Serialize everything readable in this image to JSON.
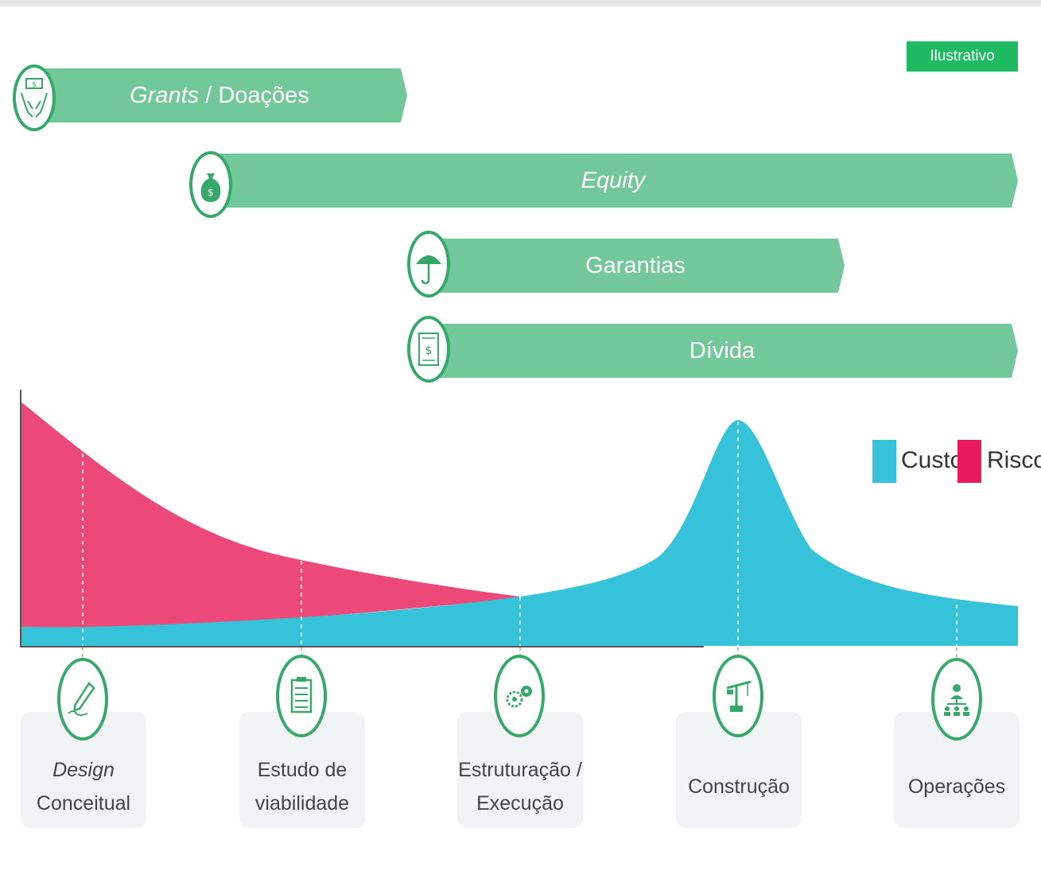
{
  "badge": "Ilustrativo",
  "bars": [
    {
      "id": "grants",
      "label_italic": "Grants",
      "label_rest": " / Doações",
      "icon": "hands-money-icon"
    },
    {
      "id": "equity",
      "label_italic": "Equity",
      "label_rest": "",
      "icon": "money-bag-icon"
    },
    {
      "id": "garantias",
      "label_italic": "",
      "label_rest": "Garantias",
      "icon": "umbrella-icon"
    },
    {
      "id": "divida",
      "label_italic": "",
      "label_rest": "Dívida",
      "icon": "bill-document-icon"
    }
  ],
  "legend": [
    {
      "label": "Custo",
      "color": "#36c2d8"
    },
    {
      "label": "Risco",
      "color": "#e8195f"
    }
  ],
  "stages": [
    {
      "line1_italic": "Design",
      "line2": "Conceitual",
      "icon": "pen-sign-icon"
    },
    {
      "line1_italic": "",
      "line1": "Estudo de",
      "line2": "viabilidade",
      "icon": "clipboard-checklist-icon"
    },
    {
      "line1_italic": "",
      "line1": "Estruturação /",
      "line2": "Execução",
      "icon": "gears-icon"
    },
    {
      "line1_italic": "",
      "line1": "Construção",
      "line2": "",
      "icon": "crane-icon"
    },
    {
      "line1_italic": "",
      "line1": "Operações",
      "line2": "",
      "icon": "team-hierarchy-icon"
    }
  ],
  "colors": {
    "bar": "#72c79b",
    "accent": "#35a86a",
    "badge": "#1fbb63",
    "custo": "#36c2d8",
    "risco": "#e8195f"
  }
}
